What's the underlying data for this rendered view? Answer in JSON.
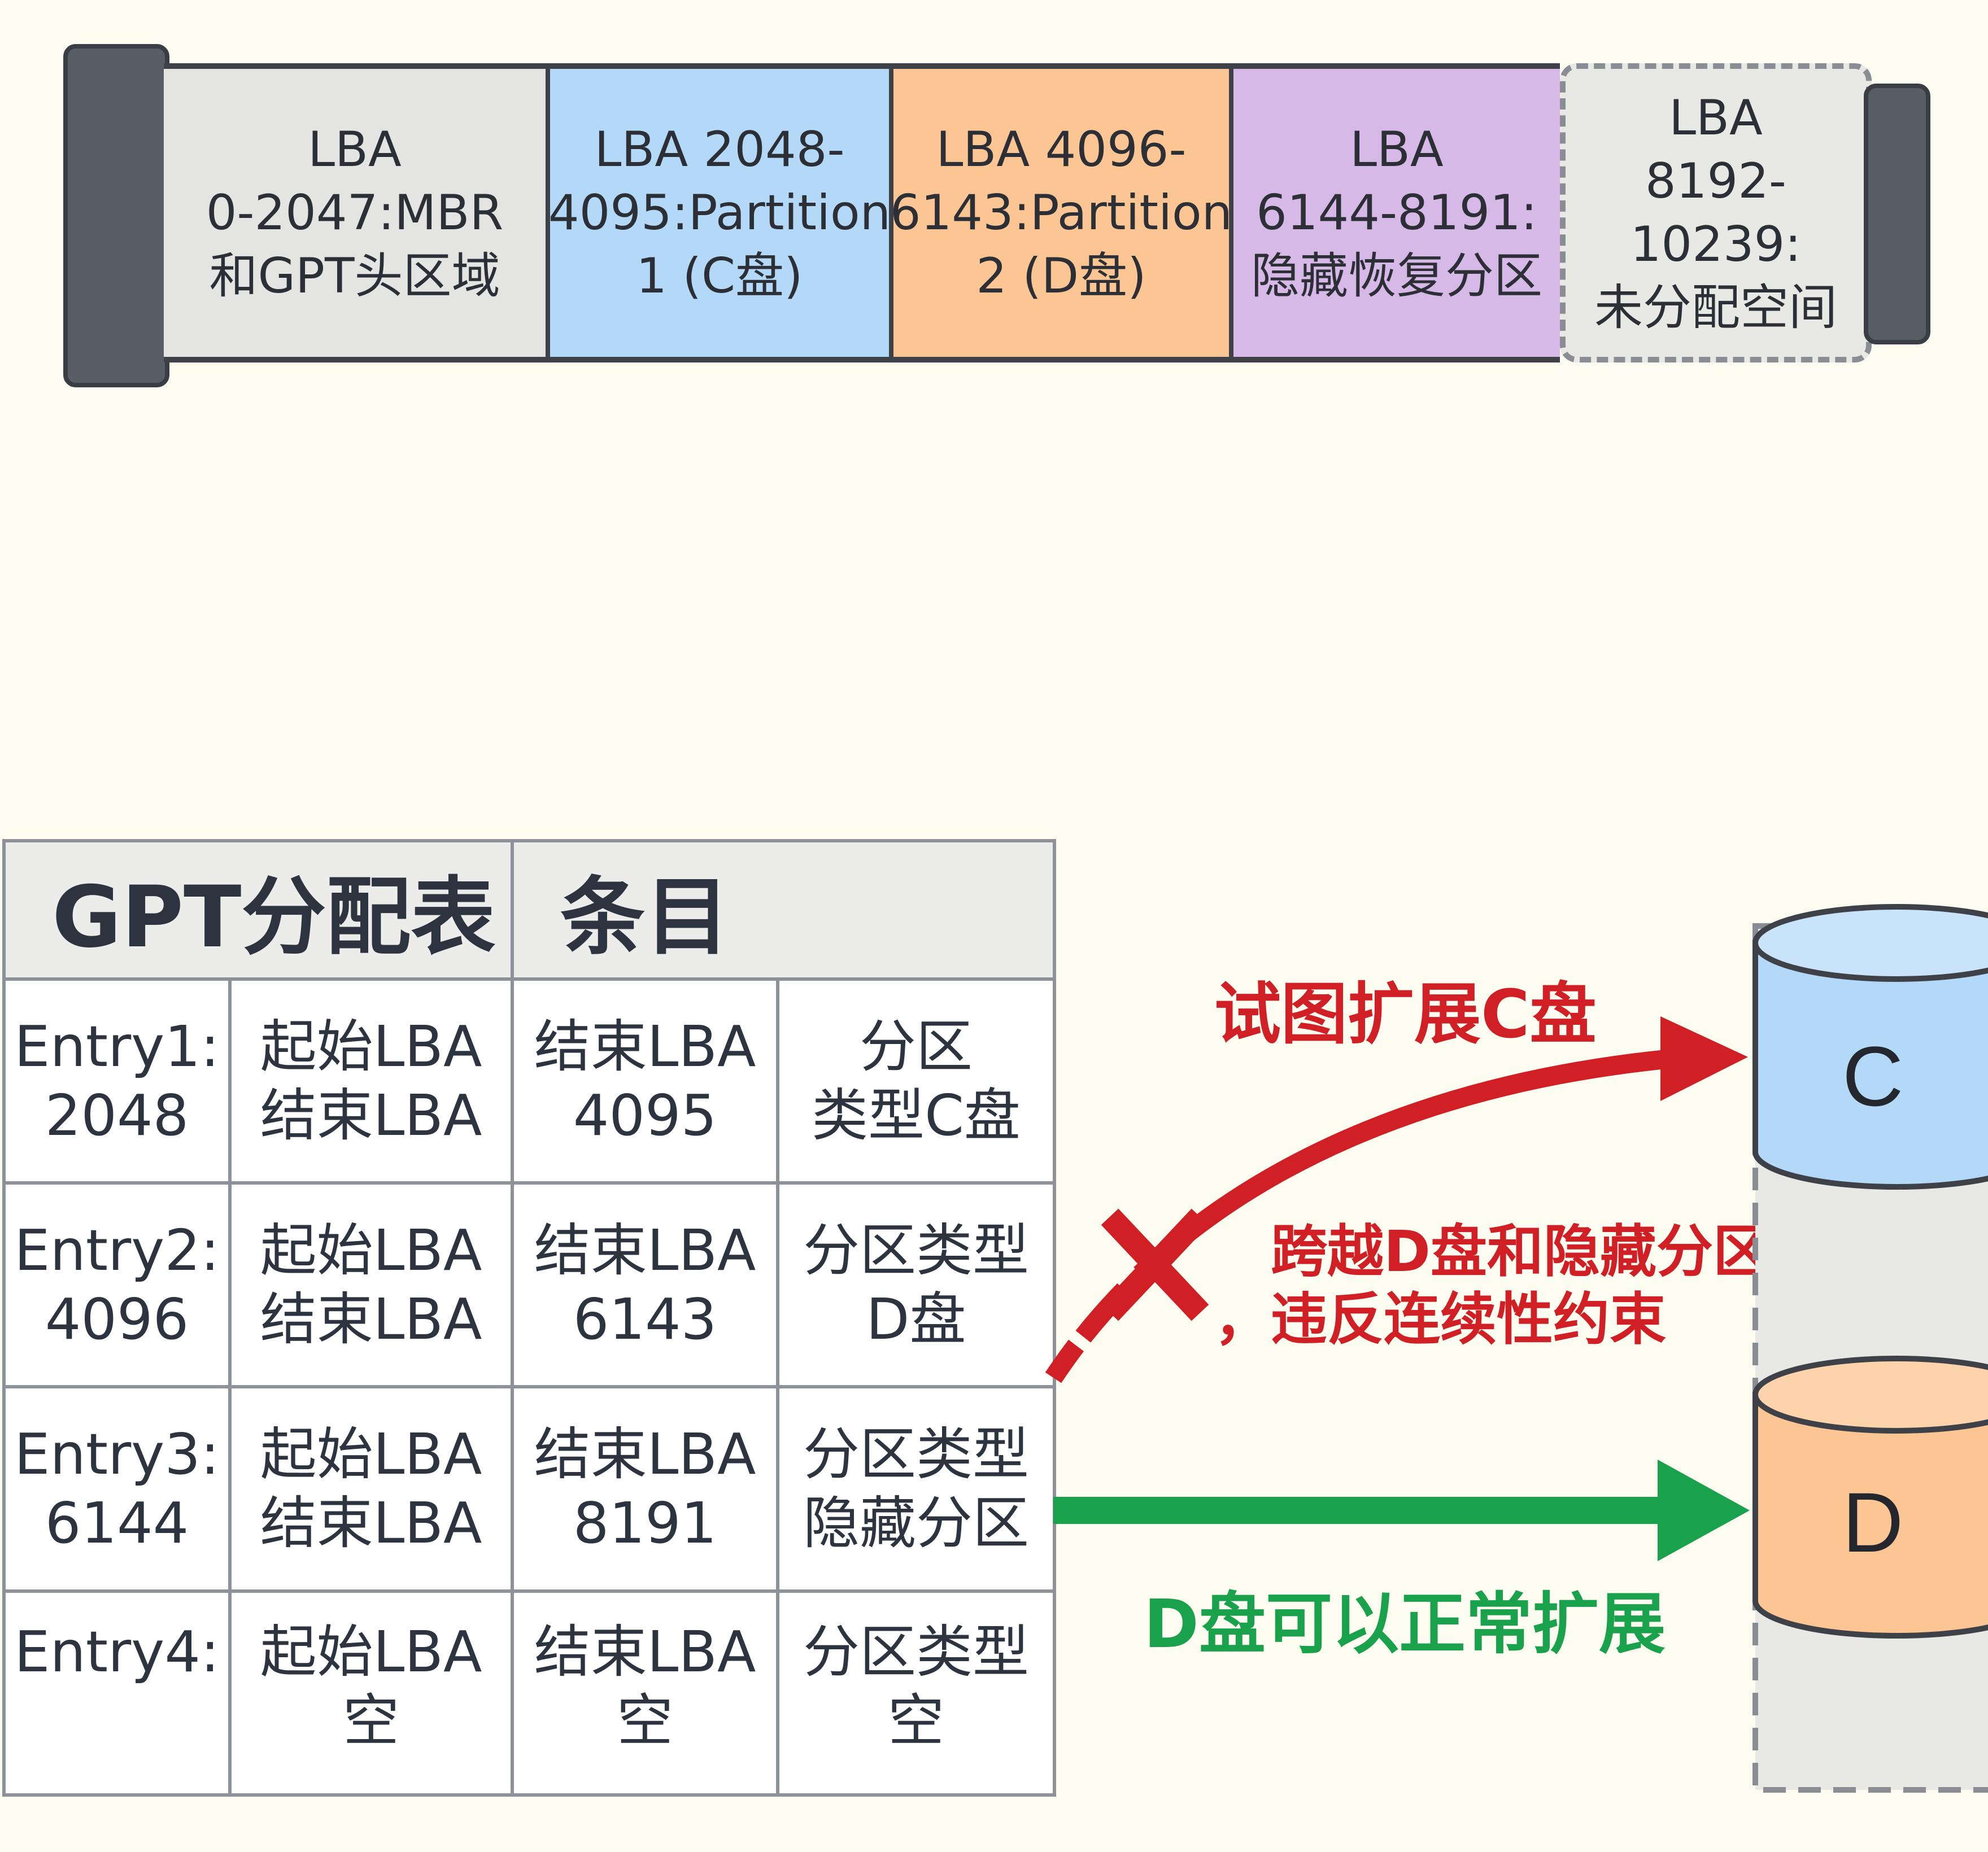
{
  "disk": {
    "segments": [
      {
        "label": "LBA\n0-2047:MBR\n和GPT头区域",
        "color": "#e4e4e2"
      },
      {
        "label": "LBA 2048-\n4095:Partition\n1 (C盘)",
        "color": "#b3d8f8"
      },
      {
        "label": "LBA 4096-\n6143:Partition\n2 (D盘)",
        "color": "#fbc693"
      },
      {
        "label": "LBA\n6144-8191:\n隐藏恢复分区",
        "color": "#d7b9e8"
      },
      {
        "label": "LBA\n8192-10239:\n未分配空间",
        "color": "#e8e8e4"
      }
    ]
  },
  "table": {
    "header": [
      "GPT分配表",
      "条目"
    ],
    "rows": [
      [
        "Entry1:\n2048",
        "起始LBA\n结束LBA",
        "结束LBA\n4095",
        "分区\n类型C盘"
      ],
      [
        "Entry2:\n4096",
        "起始LBA\n结束LBA",
        "结束LBA\n6143",
        "分区类型\nD盘"
      ],
      [
        "Entry3:\n6144",
        "起始LBA\n结束LBA",
        "结束LBA\n8191",
        "分区类型\n隐藏分区"
      ],
      [
        "Entry4:",
        "起始LBA\n空",
        "结束LBA\n空",
        "分区类型\n空"
      ]
    ]
  },
  "annotations": {
    "extend_c": "试图扩展C盘",
    "violate_line1": "跨越D盘和隐藏分区",
    "violate_line2": "，违反连续性约束",
    "extend_d": "D盘可以正常扩展"
  },
  "drives": {
    "c_label": "C",
    "d_label": "D",
    "c_color": "#b3d8f8",
    "d_color": "#fbc693"
  },
  "colors": {
    "red": "#d01f25",
    "green": "#1aa14c"
  }
}
